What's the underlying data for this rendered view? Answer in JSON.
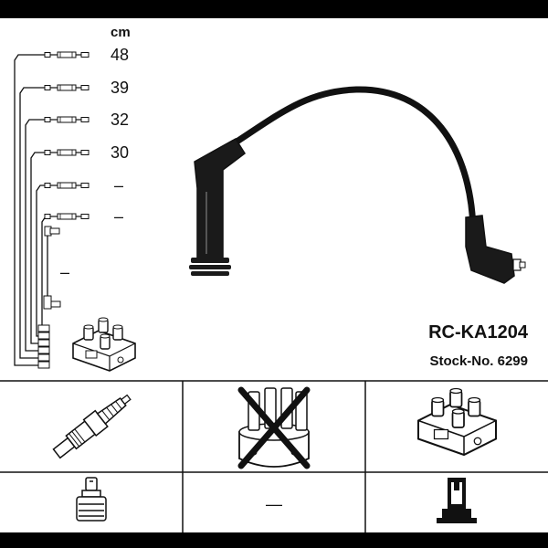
{
  "header": {
    "unit": "cm"
  },
  "lengths": [
    {
      "label": "48"
    },
    {
      "label": "39"
    },
    {
      "label": "32"
    },
    {
      "label": "30"
    },
    {
      "label": "–"
    },
    {
      "label": "–"
    }
  ],
  "extra_lead_label": "–",
  "product": {
    "code": "RC-KA1204",
    "stock_no": "Stock-No. 6299"
  },
  "parts_table": {
    "top_row": [
      "spark-plug",
      "distributor-cap-not-applicable",
      "ignition-coil"
    ],
    "bottom_row": [
      "plug-terminal",
      "none",
      "coil-terminal"
    ],
    "none_label": "—"
  },
  "colors": {
    "line": "#111111",
    "background": "#ffffff",
    "frame": "#000000"
  }
}
